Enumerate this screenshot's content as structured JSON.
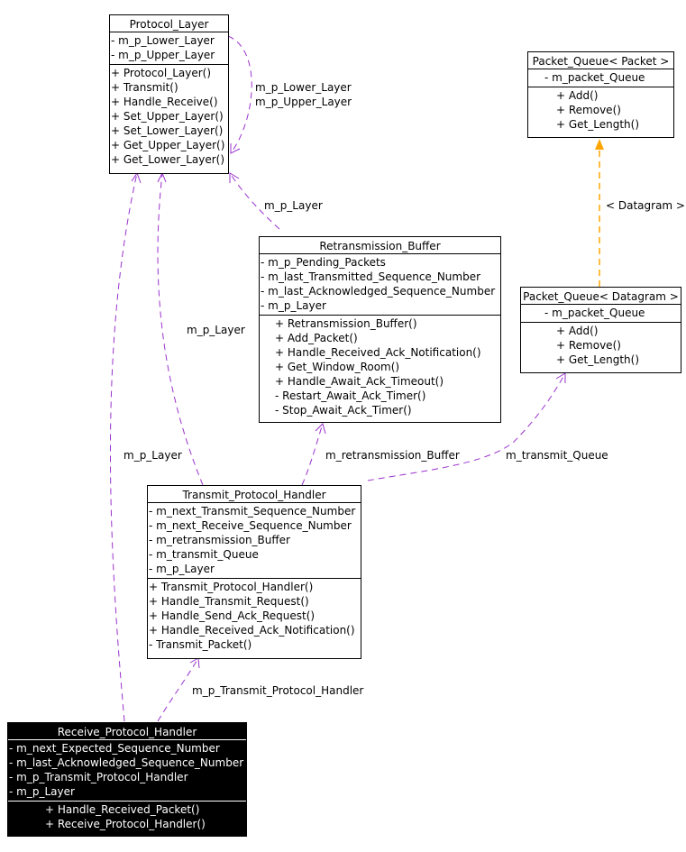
{
  "classes": {
    "protocol_layer": {
      "name": "Protocol_Layer",
      "attributes": [
        "- m_p_Lower_Layer",
        "- m_p_Upper_Layer"
      ],
      "methods": [
        "+ Protocol_Layer()",
        "+ Transmit()",
        "+ Handle_Receive()",
        "+ Set_Upper_Layer()",
        "+ Set_Lower_Layer()",
        "+ Get_Upper_Layer()",
        "+ Get_Lower_Layer()"
      ]
    },
    "packet_queue_packet": {
      "name": "Packet_Queue< Packet >",
      "attributes": [
        "- m_packet_Queue"
      ],
      "methods": [
        "+ Add()",
        "+ Remove()",
        "+ Get_Length()"
      ]
    },
    "retransmission_buffer": {
      "name": "Retransmission_Buffer",
      "attributes": [
        "- m_p_Pending_Packets",
        "- m_last_Transmitted_Sequence_Number",
        "- m_last_Acknowledged_Sequence_Number",
        "- m_p_Layer"
      ],
      "methods": [
        "+ Retransmission_Buffer()",
        "+ Add_Packet()",
        "+ Handle_Received_Ack_Notification()",
        "+ Get_Window_Room()",
        "+ Handle_Await_Ack_Timeout()",
        "- Restart_Await_Ack_Timer()",
        "- Stop_Await_Ack_Timer()"
      ]
    },
    "packet_queue_datagram": {
      "name": "Packet_Queue< Datagram >",
      "attributes": [
        "- m_packet_Queue"
      ],
      "methods": [
        "+ Add()",
        "+ Remove()",
        "+ Get_Length()"
      ]
    },
    "transmit_protocol_handler": {
      "name": "Transmit_Protocol_Handler",
      "attributes": [
        "- m_next_Transmit_Sequence_Number",
        "- m_next_Receive_Sequence_Number",
        "- m_retransmission_Buffer",
        "- m_transmit_Queue",
        "- m_p_Layer"
      ],
      "methods": [
        "+ Transmit_Protocol_Handler()",
        "+ Handle_Transmit_Request()",
        "+ Handle_Send_Ack_Request()",
        "+ Handle_Received_Ack_Notification()",
        "- Transmit_Packet()"
      ]
    },
    "receive_protocol_handler": {
      "name": "Receive_Protocol_Handler",
      "attributes": [
        "- m_next_Expected_Sequence_Number",
        "- m_last_Acknowledged_Sequence_Number",
        "- m_p_Transmit_Protocol_Handler",
        "- m_p_Layer"
      ],
      "methods": [
        "+ Handle_Received_Packet()",
        "+ Receive_Protocol_Handler()"
      ]
    }
  },
  "edge_labels": {
    "self_lower": "m_p_Lower_Layer",
    "self_upper": "m_p_Upper_Layer",
    "rb_layer": "m_p_Layer",
    "tph_layer": "m_p_Layer",
    "rph_layer": "m_p_Layer",
    "template_datagram": "< Datagram >",
    "retrans_buffer": "m_retransmission_Buffer",
    "transmit_queue": "m_transmit_Queue",
    "transmit_handler": "m_p_Transmit_Protocol_Handler"
  },
  "colors": {
    "association": "#9a32cd",
    "template": "#ffa500"
  }
}
